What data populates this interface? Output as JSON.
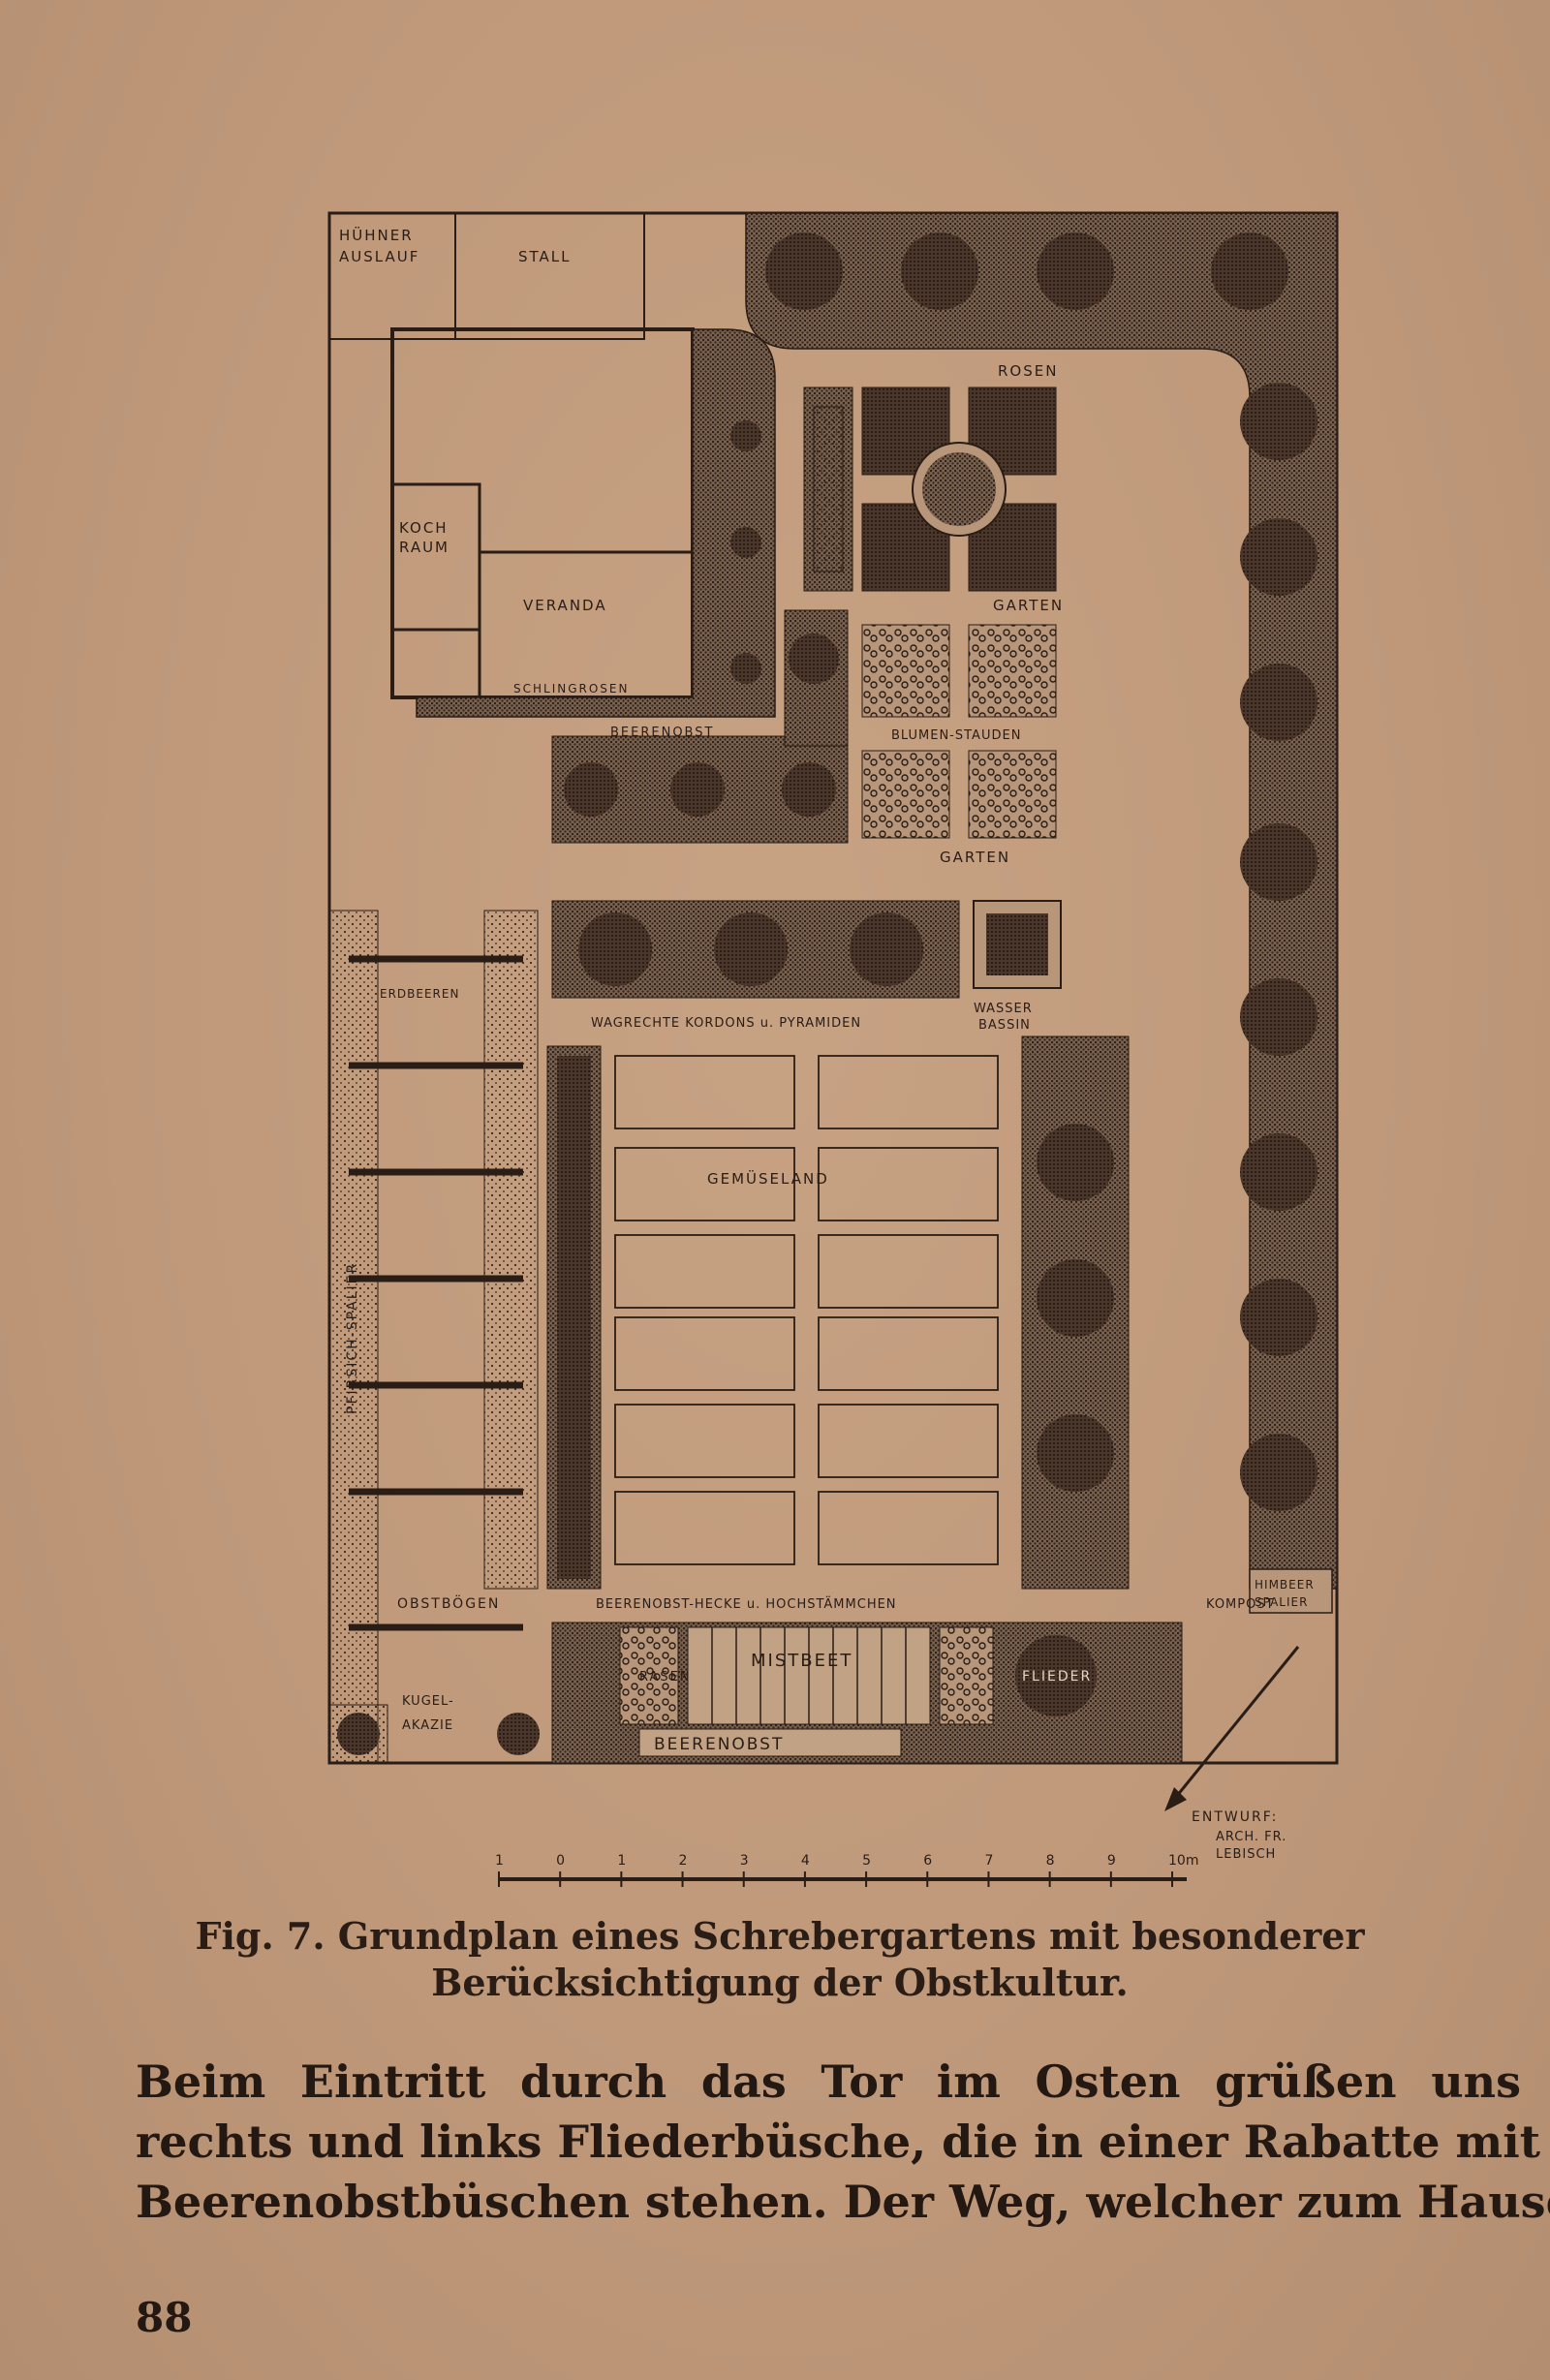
{
  "plan": {
    "labels": {
      "huehnerauslauf_1": "HÜHNER",
      "huehnerauslauf_2": "AUSLAUF",
      "stall": "STALL",
      "rosen": "ROSEN",
      "garten_top": "GARTEN",
      "kochraum_1": "KOCH",
      "kochraum_2": "RAUM",
      "veranda": "VERANDA",
      "schlingrosen": "SCHLINGROSEN",
      "beerenobst_top": "BEERENOBST",
      "blumen_stauden": "BLUMEN-STAUDEN",
      "garten_bottom": "GARTEN",
      "erdbeeren": "ERDBEEREN",
      "wasser_bassin_1": "WASSER",
      "wasser_bassin_2": "BASSIN",
      "kordons": "WAGRECHTE KORDONS u. PYRAMIDEN",
      "gemueseland": "GEMÜSELAND",
      "pfirsich_spalier": "PFIRSICH-SPALIER",
      "himbeer_1": "HIMBEER",
      "himbeer_2": "SPALIER",
      "obstboegen": "OBSTBÖGEN",
      "beerenobst_hecke": "BEERENOBST-HECKE u. HOCHSTÄMMCHEN",
      "kompost": "KOMPOST",
      "rasen": "RASEN",
      "mistbeet": "MISTBEET",
      "flieder": "FLIEDER",
      "kugel_akazie_1": "KUGEL-",
      "kugel_akazie_2": "AKAZIE",
      "beerenobst_bottom": "BEERENOBST",
      "entwurf_1": "ENTWURF:",
      "entwurf_2": "ARCH. FR.",
      "entwurf_3": "LEBISCH"
    },
    "scale_ticks": [
      "1",
      "0",
      "1",
      "2",
      "3",
      "4",
      "5",
      "6",
      "7",
      "8",
      "9",
      "10m"
    ]
  },
  "caption": {
    "line1": "Fig. 7. Grundplan eines Schrebergartens mit besonderer",
    "line2": "Berücksichtigung der Obstkultur."
  },
  "body": {
    "line1": "Beim Eintritt durch das Tor im Osten grüßen uns",
    "line2": "rechts und links Fliederbüsche, die in einer Rabatte mit",
    "line3": "Beerenobstbüschen stehen. Der Weg, welcher zum Hause"
  },
  "page_number": "88"
}
